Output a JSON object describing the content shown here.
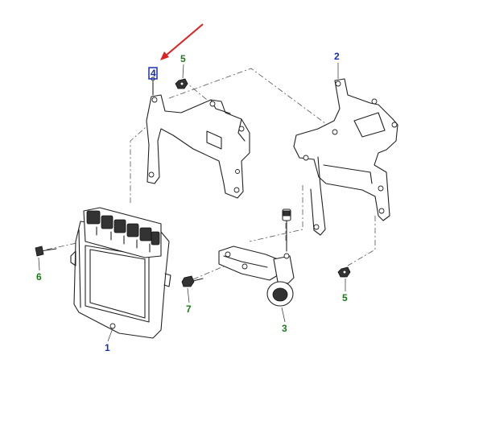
{
  "diagram": {
    "callouts": [
      {
        "id": "c1",
        "text": "1",
        "color": "#1a2fb8"
      },
      {
        "id": "c2",
        "text": "2",
        "color": "#1a2fb8"
      },
      {
        "id": "c3",
        "text": "3",
        "color": "#1a7a1a"
      },
      {
        "id": "c4",
        "text": "4",
        "color": "#1a2fb8",
        "highlighted": true
      },
      {
        "id": "c5a",
        "text": "5",
        "color": "#1a7a1a"
      },
      {
        "id": "c5b",
        "text": "5",
        "color": "#1a7a1a"
      },
      {
        "id": "c6",
        "text": "6",
        "color": "#1a7a1a"
      },
      {
        "id": "c7",
        "text": "7",
        "color": "#1a7a1a"
      }
    ],
    "pointer_arrow_color": "#e02020",
    "highlight_box_color": "#1a2fb8"
  }
}
